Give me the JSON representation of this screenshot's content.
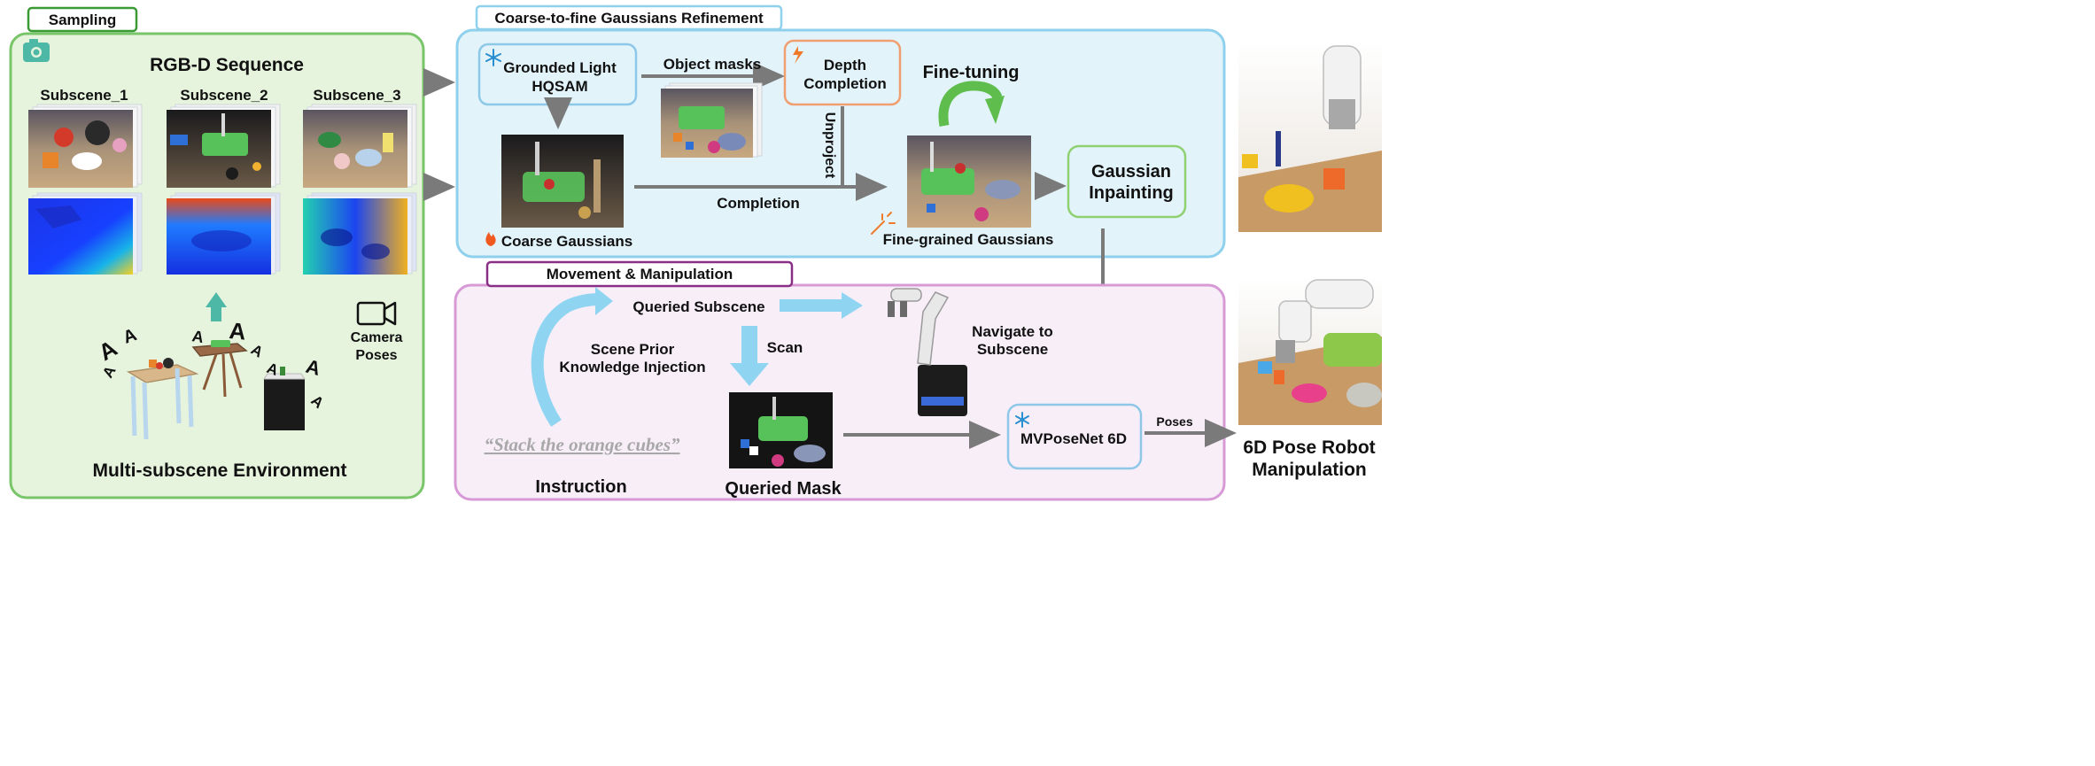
{
  "sections": {
    "sampling": {
      "tab_label": "Sampling",
      "title": "RGB-D Sequence",
      "subscenes": [
        "Subscene_1",
        "Subscene_2",
        "Subscene_3"
      ],
      "camera_label": [
        "Camera",
        "Poses"
      ],
      "environment_label": "Multi-subscene Environment",
      "camera_glyph": "A"
    },
    "refinement": {
      "tab_label": "Coarse-to-fine Gaussians Refinement",
      "hqsam": [
        "Grounded Light",
        "HQSAM"
      ],
      "object_masks": "Object masks",
      "depth_completion": [
        "Depth",
        "Completion"
      ],
      "unproject": "Unproject",
      "fine_tuning": "Fine-tuning",
      "completion": "Completion",
      "coarse_gaussians": "Coarse Gaussians",
      "fine_grained_gaussians": "Fine-grained Gaussians",
      "gaussian_inpainting": [
        "Gaussian",
        "Inpainting"
      ]
    },
    "manipulation": {
      "tab_label": "Movement & Manipulation",
      "queried_subscene": "Queried Subscene",
      "scene_prior": [
        "Scene Prior",
        "Knowledge Injection"
      ],
      "scan": "Scan",
      "navigate": [
        "Navigate to",
        "Subscene"
      ],
      "instruction_quote": "“Stack the orange cubes”",
      "instruction_label": "Instruction",
      "queried_mask": "Queried Mask",
      "mvposenet": "MVPoseNet 6D",
      "poses": "Poses"
    },
    "result": {
      "label": [
        "6D Pose Robot",
        "Manipulation"
      ]
    }
  },
  "icons": {
    "frozen": "snowflake-icon",
    "trainable": "lightning-icon",
    "optimized": "flame-icon",
    "fine": "sparkle-icon",
    "camera": "camera-icon",
    "video": "video-camera-icon"
  },
  "colors": {
    "sampling_border": "#79c56a",
    "sampling_fill": "#e6f4de",
    "sampling_tab": "#3a9a34",
    "refine_border": "#8fd0ec",
    "refine_fill": "#e2f3fa",
    "manip_border": "#d79ad6",
    "manip_fill": "#f8eef8",
    "manip_tab": "#8a2f86",
    "arrow": "#7a7a7a",
    "blue_arrow": "#8fd5f2",
    "green_arrow": "#5fbd4e",
    "teal": "#4eb8a6",
    "node_blue": "#8ec8e8",
    "node_orange": "#f0a070",
    "node_green": "#8fd071"
  }
}
